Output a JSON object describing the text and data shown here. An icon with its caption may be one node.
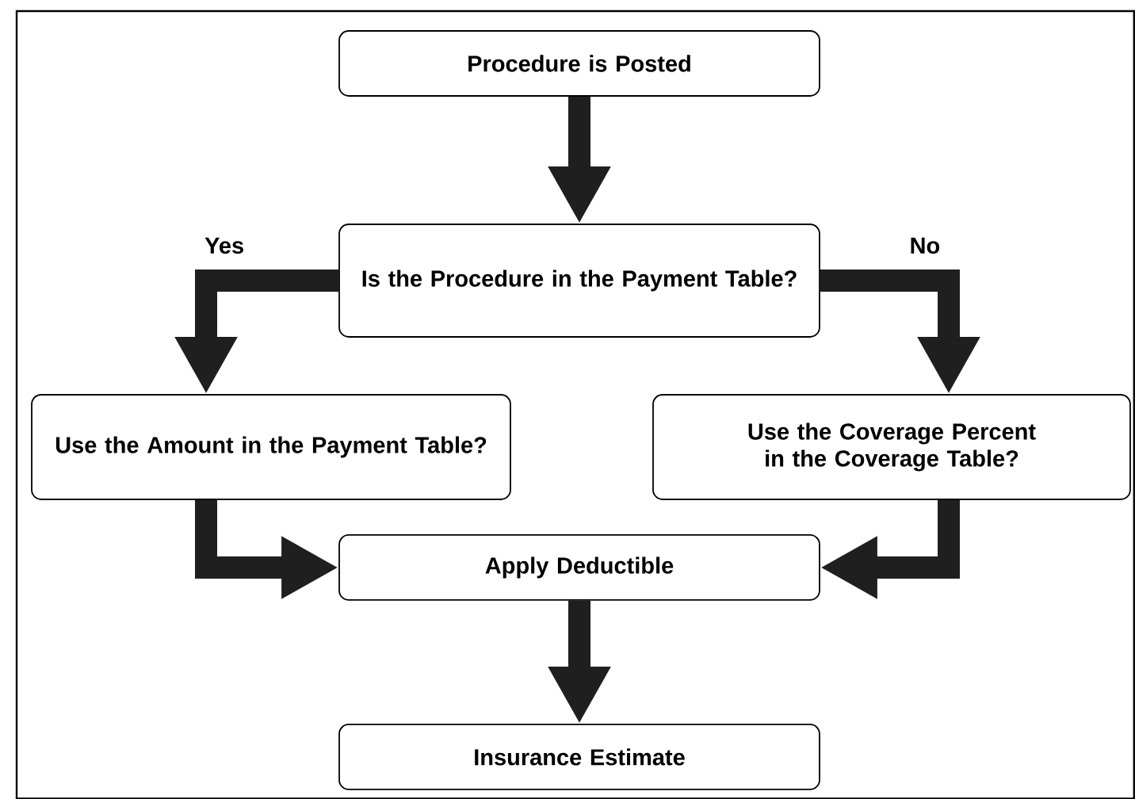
{
  "diagram": {
    "nodes": [
      {
        "text": [
          "Procedure is Posted"
        ]
      },
      {
        "text": [
          "Is the Procedure in the Payment Table?"
        ]
      },
      {
        "text": [
          "Use the Amount in the Payment Table?"
        ]
      },
      {
        "text": [
          "Use the Coverage Percent in the Coverage Table?"
        ]
      },
      {
        "text": [
          "Apply Deductible"
        ]
      },
      {
        "text": [
          "Insurance Estimate"
        ]
      }
    ],
    "edges": [
      {
        "from": 0,
        "to": 1,
        "arrow": "to"
      },
      {
        "from": 1,
        "to": 2,
        "arrow": "to",
        "label": "Yes"
      },
      {
        "from": 1,
        "to": 3,
        "arrow": "to",
        "label": "No"
      },
      {
        "from": 2,
        "to": 4,
        "arrow": "to"
      },
      {
        "from": 3,
        "to": 4,
        "arrow": "to"
      },
      {
        "from": 4,
        "to": 5,
        "arrow": "to"
      }
    ]
  }
}
